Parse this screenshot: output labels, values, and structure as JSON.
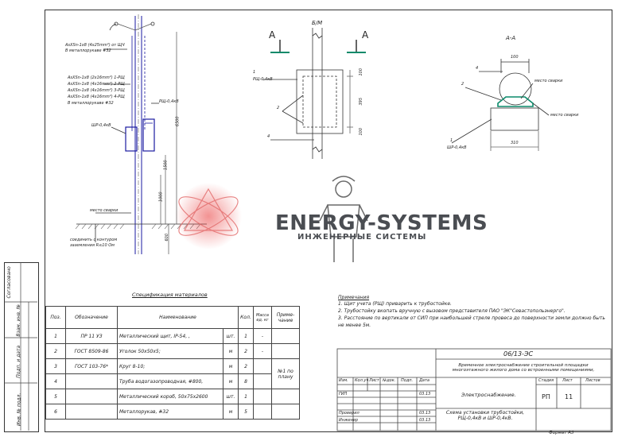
{
  "main_view": {
    "cable_note_1": "AsXSn-1x8 (4x25mm²) от ЩЧ",
    "cable_note_1b": "В металлорукаве #32",
    "cable_notes": [
      "AsXSn-1x8 (2x16mm²) 1-РЩ",
      "AsXSn-1x8 (4x16mm²) 2-РЩ",
      "AsXSn-1x8 (4x16mm²) 3-РЩ",
      "AsXSn-1x8 (4x16mm²) 4-РЩ"
    ],
    "cable_notes_b": "В металлорукаве #32",
    "rsh_label": "РЩ-0,4кВ",
    "shr_label": "ШР-0,4кВ",
    "weld_label": "место сварки",
    "ground_note_1": "соединить с контуром",
    "ground_note_2": "заземления R≤10 Ом",
    "dim_6500": "6500",
    "dim_1500": "1500",
    "dim_1000": "1000",
    "dim_600": "600"
  },
  "view_bm": {
    "title": "Б/М",
    "section_left": "А",
    "section_right": "А",
    "label_1": "1",
    "label_rsh": "РЩ-0,4кВ",
    "label_2": "2",
    "label_4": "4",
    "dim_100a": "100",
    "dim_395": "395",
    "dim_100b": "100"
  },
  "view_aa": {
    "title": "А-А",
    "dim_100": "100",
    "dim_310": "310",
    "label_4": "4",
    "label_2": "2",
    "label_1": "1",
    "label_shr": "ШР-0,4кВ",
    "weld_1": "место сварки",
    "weld_2": "место сварки"
  },
  "logo": {
    "name": "ENERGY-SYSTEMS",
    "subtitle": "ИНЖЕНЕРНЫЕ СИСТЕМЫ"
  },
  "notes": {
    "heading": "Примечания",
    "lines": [
      "1. Щит учета (РЩ) приварить к трубостойке.",
      "2. Трубостойку вкопать вручную с вызовом представителя ПАО \"ЭК\"Севастопольэнерго\".",
      "3. Расстояние по вертикали от СИП при наибольшей стреле провеса до поверхности земли должно быть",
      "не менее 5м."
    ]
  },
  "spec": {
    "title": "Спецификация материалов",
    "headers": [
      "Поз.",
      "Обозначение",
      "Наименование",
      "Кол.",
      "Масса ед. кг",
      "Приме- чание"
    ],
    "rows": [
      {
        "pos": "1",
        "code": "ПР 11 УЗ",
        "name": "Металлический щит, IP-54, ,",
        "unit": "шт.",
        "qty": "1",
        "mass": "-"
      },
      {
        "pos": "2",
        "code": "ГОСТ 8509-86",
        "name": "Уголок 50х50х5;",
        "unit": "м",
        "qty": "2",
        "mass": "-"
      },
      {
        "pos": "3",
        "code": "ГОСТ 103-76*",
        "name": "Круг 8-10;",
        "unit": "м",
        "qty": "2",
        "mass": ""
      },
      {
        "pos": "4",
        "code": "",
        "name": "Труба водогазопроводная, #800,",
        "unit": "м",
        "qty": "8",
        "mass": ""
      },
      {
        "pos": "5",
        "code": "",
        "name": "Металлический короб, 50х75х2600",
        "unit": "шт.",
        "qty": "1",
        "mass": ""
      },
      {
        "pos": "6",
        "code": "",
        "name": "Металлорукав, #32",
        "unit": "м",
        "qty": "5",
        "mass": ""
      }
    ],
    "note_merged": "№1 по плану"
  },
  "stamp": {
    "code": "06/13-ЭС",
    "object": "Временное электроснабжение строительной площадки многоэтажного жилого дома со встроенными помещениями,",
    "cols": [
      "Изм.",
      "Кол.уч",
      "Лист",
      "№док.",
      "Подп.",
      "Дата"
    ],
    "gip": "ГИП",
    "gip_date": "03.13",
    "section": "Электроснабжение.",
    "stage_h": "Стадия",
    "sheet_h": "Лист",
    "sheets_h": "Листов",
    "stage": "РП",
    "sheet": "11",
    "checked": "Проверил",
    "engineer": "Инженер",
    "date1": "03.13",
    "date2": "03.13",
    "sheet_title": "Схема установки трубостойки, РЩ-0,4кВ и ШР-0,4кВ.",
    "format": "Формат А3"
  },
  "side": {
    "agreed": "Согласовано",
    "inv1": "Взам. инв. №",
    "sign": "Подп. и дата",
    "inv2": "Инв. № подл."
  }
}
